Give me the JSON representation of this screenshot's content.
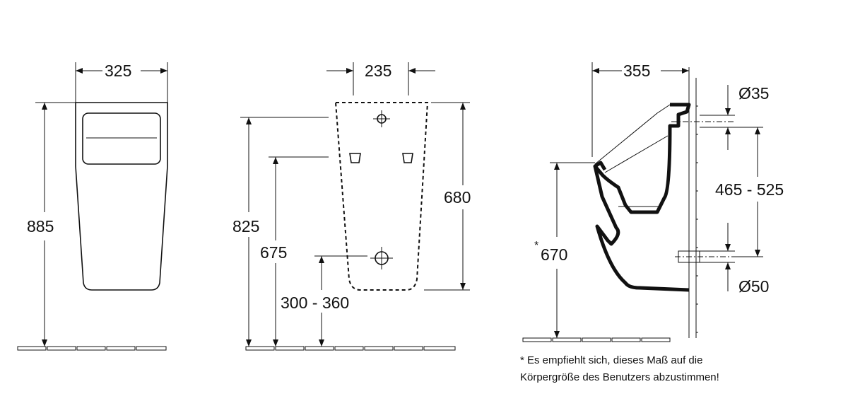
{
  "front_view": {
    "width_label": "325",
    "height_label": "885"
  },
  "rear_view": {
    "width_label": "235",
    "height_label": "680",
    "top_fixing_label": "825",
    "middle_fixing_label": "675",
    "outlet_range_label": "300 - 360"
  },
  "side_view": {
    "depth_label": "355",
    "inlet_diameter_label": "Ø35",
    "inlet_outlet_spacing_label": "465 - 525",
    "outlet_diameter_label": "Ø50",
    "rim_height_label": "670",
    "rim_height_marker": "*"
  },
  "footnote": {
    "line1": "* Es empfiehlt sich, dieses Maß auf die",
    "line2": "Körpergröße  des Benutzers abzustimmen!"
  }
}
